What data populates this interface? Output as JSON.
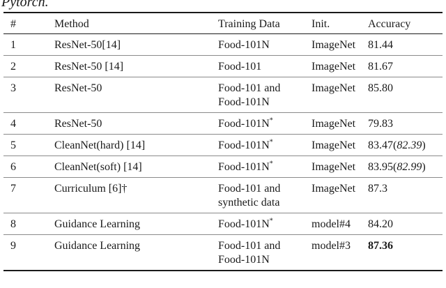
{
  "caption_fragment": "Pytorch.",
  "headers": [
    "#",
    "Method",
    "Training Data",
    "Init.",
    "Accuracy"
  ],
  "rows": [
    {
      "num": "1",
      "method": "ResNet-50[14]",
      "data_line1": "Food-101N",
      "data_line2": "",
      "data_sup": "",
      "init": "ImageNet",
      "acc": "81.44",
      "acc_paren": "",
      "acc_bold": false
    },
    {
      "num": "2",
      "method": "ResNet-50 [14]",
      "data_line1": "Food-101",
      "data_line2": "",
      "data_sup": "",
      "init": "ImageNet",
      "acc": "81.67",
      "acc_paren": "",
      "acc_bold": false
    },
    {
      "num": "3",
      "method": "ResNet-50",
      "data_line1": "Food-101 and",
      "data_line2": "Food-101N",
      "data_sup": "",
      "init": "ImageNet",
      "acc": "85.80",
      "acc_paren": "",
      "acc_bold": false
    },
    {
      "num": "4",
      "method": "ResNet-50",
      "data_line1": "Food-101N",
      "data_line2": "",
      "data_sup": "*",
      "init": "ImageNet",
      "acc": "79.83",
      "acc_paren": "",
      "acc_bold": false
    },
    {
      "num": "5",
      "method": "CleanNet(hard) [14]",
      "data_line1": "Food-101N",
      "data_line2": "",
      "data_sup": "*",
      "init": "ImageNet",
      "acc": "83.47",
      "acc_paren": "82.39",
      "acc_bold": false
    },
    {
      "num": "6",
      "method": "CleanNet(soft) [14]",
      "data_line1": "Food-101N",
      "data_line2": "",
      "data_sup": "*",
      "init": "ImageNet",
      "acc": "83.95",
      "acc_paren": "82.99",
      "acc_bold": false
    },
    {
      "num": "7",
      "method": "Curriculum [6]†",
      "data_line1": "Food-101 and",
      "data_line2": "synthetic data",
      "data_sup": "",
      "init": "ImageNet",
      "acc": "87.3",
      "acc_paren": "",
      "acc_bold": false
    },
    {
      "num": "8",
      "method": "Guidance Learning",
      "data_line1": "Food-101N",
      "data_line2": "",
      "data_sup": "*",
      "init": "model#4",
      "acc": "84.20",
      "acc_paren": "",
      "acc_bold": false
    },
    {
      "num": "9",
      "method": "Guidance Learning",
      "data_line1": "Food-101 and",
      "data_line2": "Food-101N",
      "data_sup": "",
      "init": "model#3",
      "acc": "87.36",
      "acc_paren": "",
      "acc_bold": true
    }
  ]
}
